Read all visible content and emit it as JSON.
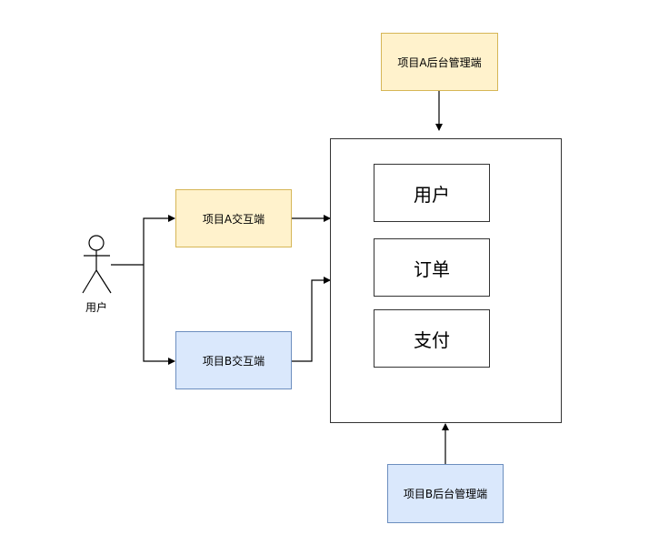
{
  "nodes": {
    "admin_a": "项目A后台管理端",
    "client_a": "项目A交互端",
    "client_b": "项目B交互端",
    "admin_b": "项目B后台管理端"
  },
  "actor": {
    "label": "用户"
  },
  "modules": [
    {
      "label": "用户"
    },
    {
      "label": "订单"
    },
    {
      "label": "支付"
    }
  ],
  "colors": {
    "yellow_fill": "#fff2cc",
    "yellow_stroke": "#d6b656",
    "blue_fill": "#dae8fc",
    "blue_stroke": "#6c8ebf",
    "line": "#000000"
  }
}
